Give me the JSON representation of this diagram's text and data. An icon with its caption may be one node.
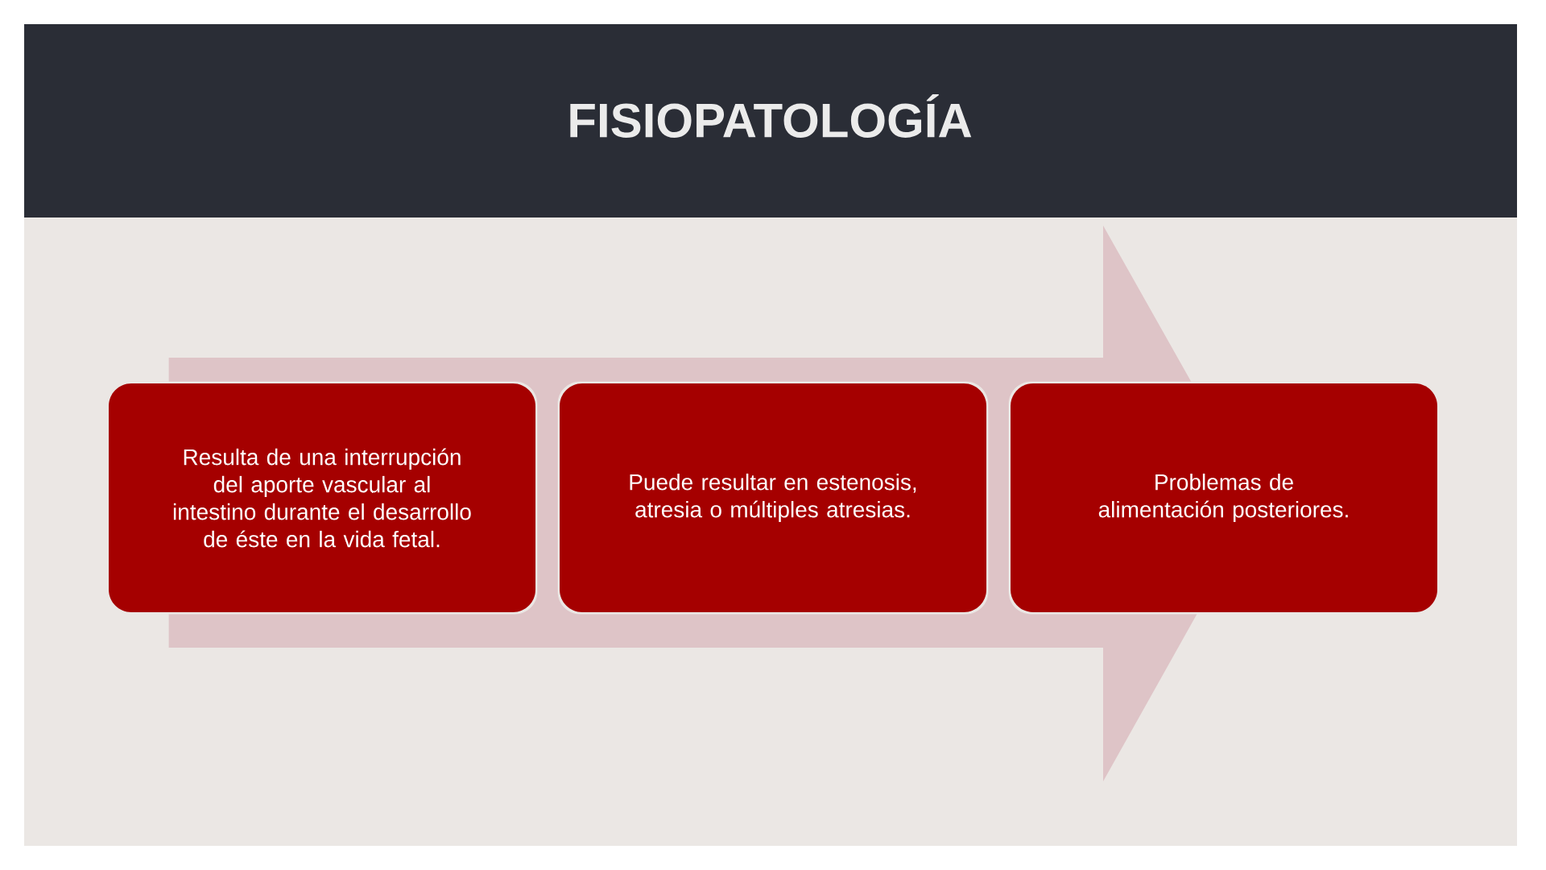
{
  "diagram": {
    "title": "FISIOPATOLOGÍA",
    "nodes": [
      {
        "text": [
          "Resulta de una interrupción del aporte vascular al intestino durante el desarrollo de éste en la vida fetal."
        ]
      },
      {
        "text": [
          "Puede resultar en estenosis, atresia o múltiples atresias."
        ]
      },
      {
        "text": [
          "Problemas de alimentación posteriores."
        ]
      }
    ],
    "edges": [
      {
        "from": 0,
        "to": 2,
        "arrow": "to"
      }
    ]
  }
}
